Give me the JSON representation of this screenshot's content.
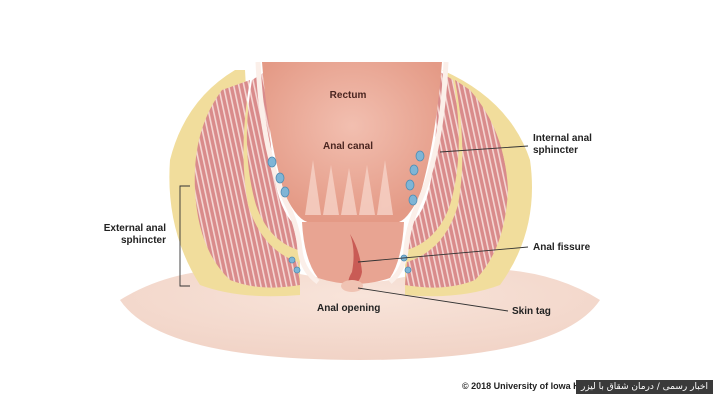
{
  "labels": {
    "rectum": "Rectum",
    "anal_canal": "Anal canal",
    "internal_sphincter": [
      "Internal anal",
      "sphincter"
    ],
    "external_sphincter": [
      "External anal",
      "sphincter"
    ],
    "anal_fissure": "Anal fissure",
    "anal_opening": "Anal opening",
    "skin_tag": "Skin tag"
  },
  "copyright": "© 2018 University of Iowa Health Care",
  "watermark": "اخبار رسمی / درمان شقاق با لیزر",
  "colors": {
    "fat": "#f1dd9c",
    "muscle": "#d88a8a",
    "muscle_stripe": "#f3d3d1",
    "mucosa": "#eeb2a0",
    "skin": "#f5ddd2",
    "vessel": "#7fb5d6",
    "leader": "#333333"
  }
}
